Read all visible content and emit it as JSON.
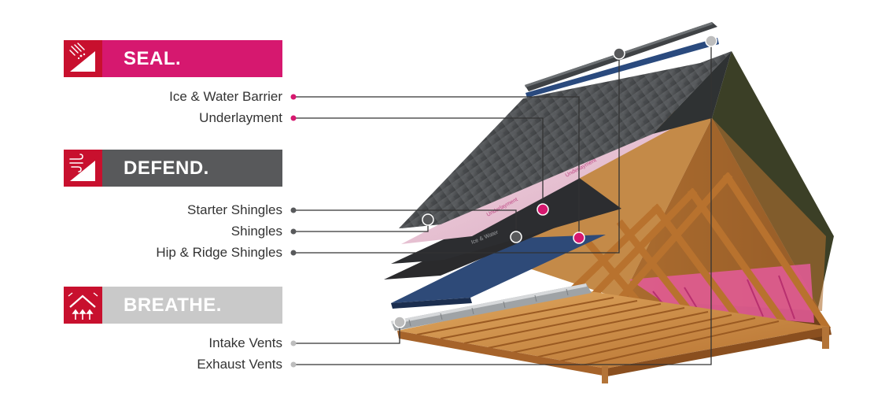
{
  "colors": {
    "seal": "#d6186f",
    "defend": "#58595b",
    "breathe": "#c9c9c9",
    "icon_red": "#c8102e",
    "dot_seal": "#d6186f",
    "dot_defend": "#58595b",
    "dot_breathe": "#bdbdbd"
  },
  "sections": {
    "seal": {
      "title": "SEAL.",
      "icon": "water-splash-roof-icon",
      "items": [
        "Ice & Water Barrier",
        "Underlayment"
      ]
    },
    "defend": {
      "title": "DEFEND.",
      "icon": "wind-roof-icon",
      "items": [
        "Starter Shingles",
        "Shingles",
        "Hip & Ridge Shingles"
      ]
    },
    "breathe": {
      "title": "BREATHE.",
      "icon": "airflow-roof-icon",
      "items": [
        "Intake Vents",
        "Exhaust Vents"
      ]
    }
  }
}
